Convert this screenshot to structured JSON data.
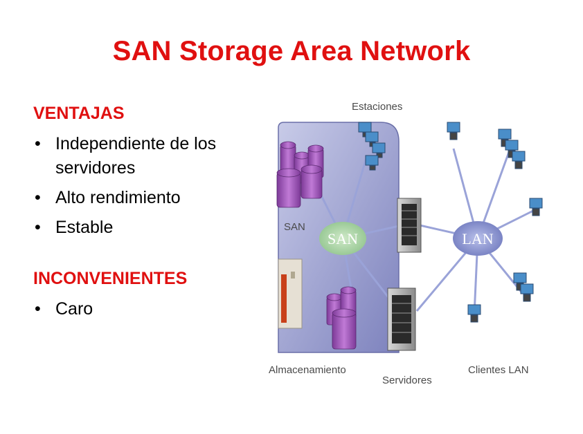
{
  "slide": {
    "title": "SAN Storage Area Network",
    "title_color": "#e01010",
    "accent_color": "#e01010"
  },
  "ventajas": {
    "heading": "VENTAJAS",
    "items": [
      "Independiente de los servidores",
      "Alto rendimiento",
      "Estable"
    ]
  },
  "inconvenientes": {
    "heading": "INCONVENIENTES",
    "items": [
      "Caro"
    ]
  },
  "diagram": {
    "label_estaciones": "Estaciones",
    "label_san_storage": "SAN",
    "label_san_cloud": "SAN",
    "label_lan_cloud": "LAN",
    "label_almacenamiento": "Almacenamiento",
    "label_servidores": "Servidores",
    "label_clientes": "Clientes LAN",
    "colors": {
      "san_panel": "#8e93c8",
      "cloud": "#a4cfa0",
      "lan_cloud": "#8790c8",
      "disk": "#9a52b0",
      "link": "#9aa3d8"
    }
  }
}
